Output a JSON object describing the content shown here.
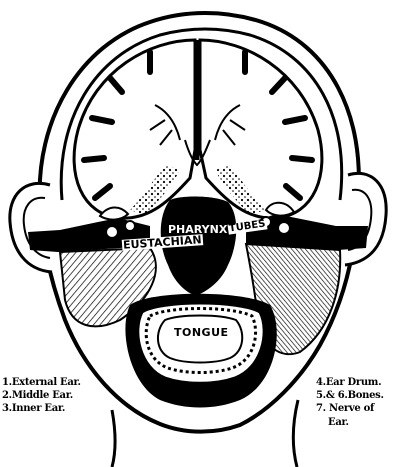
{
  "labels": {
    "eustachian": "EUSTACHIAN",
    "tubes": "TUBES",
    "pharynx": "PHARYNX",
    "tongue": "TONGUE"
  },
  "legend_left": [
    "1.External Ear.",
    "2.Middle Ear.",
    "3.Inner Ear."
  ],
  "legend_right": [
    "4.Ear Drum.",
    "5.& 6.Bones.",
    "7. Nerve of",
    "Ear."
  ],
  "colors": {
    "ink": "#000000",
    "paper": "#ffffff"
  }
}
